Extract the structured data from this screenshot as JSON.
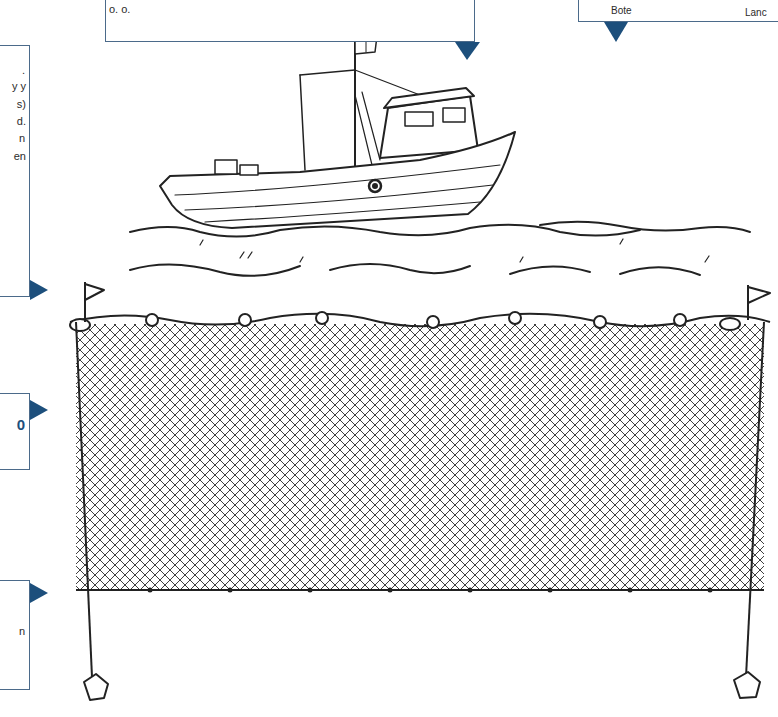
{
  "diagram": {
    "nodes": [
      {
        "text": [
          "o. o."
        ]
      },
      {
        "text": [
          "Bote",
          "Lanc"
        ]
      },
      {
        "text": [
          ".",
          "y y",
          "s)",
          "d.",
          "n",
          "en"
        ]
      },
      {
        "text": [
          "0"
        ]
      },
      {
        "text": [
          "n"
        ]
      }
    ]
  }
}
